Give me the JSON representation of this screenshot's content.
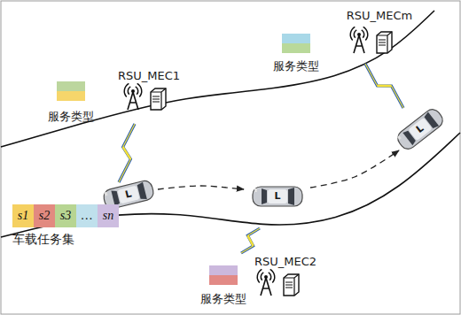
{
  "diagram": {
    "nodes": [
      {
        "text": [
          "车载任务集"
        ]
      },
      {
        "text": [
          "s1"
        ],
        "in": 0
      },
      {
        "text": [
          "s2"
        ],
        "in": 0
      },
      {
        "text": [
          "s3"
        ],
        "in": 0
      },
      {
        "text": [
          "…"
        ],
        "in": 0
      },
      {
        "text": [
          "sn"
        ],
        "in": 0
      }
    ],
    "labels": [
      "RSU_MEC1",
      "服务类型",
      "RSU_MECm",
      "服务类型",
      "RSU_MEC2",
      "服务类型",
      "L",
      "L",
      "L"
    ]
  }
}
